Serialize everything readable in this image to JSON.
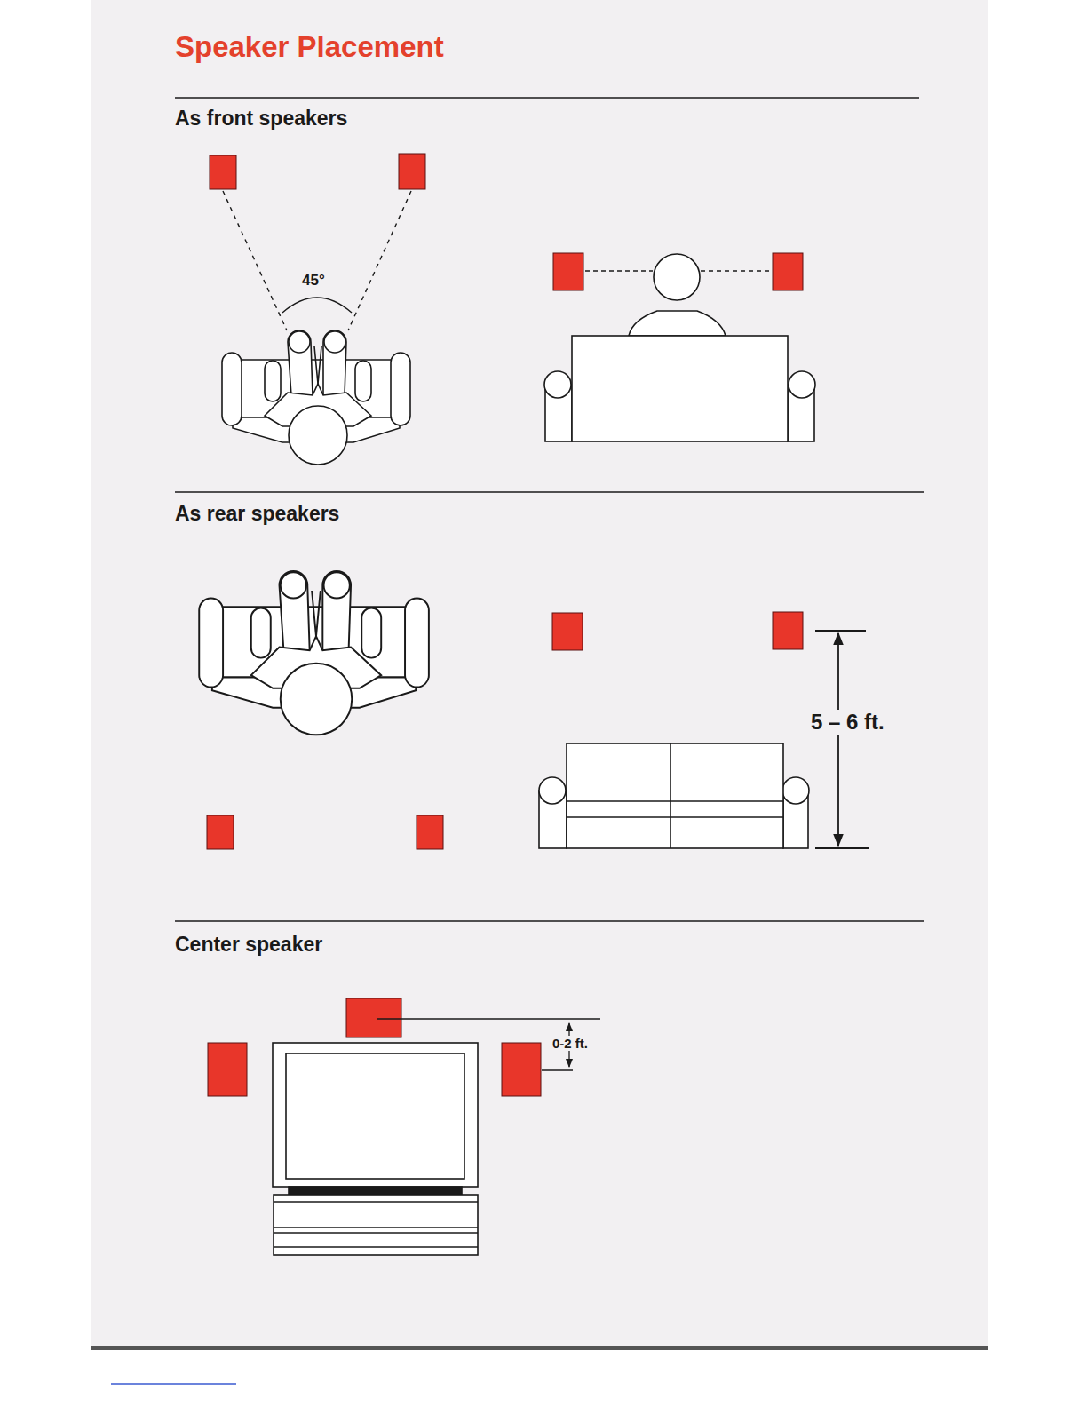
{
  "diagram": {
    "title": "Speaker Placement",
    "labels": [
      "As front speakers",
      "45°",
      "As rear speakers",
      "5 – 6 ft.",
      "Center speaker",
      "0-2 ft."
    ]
  }
}
